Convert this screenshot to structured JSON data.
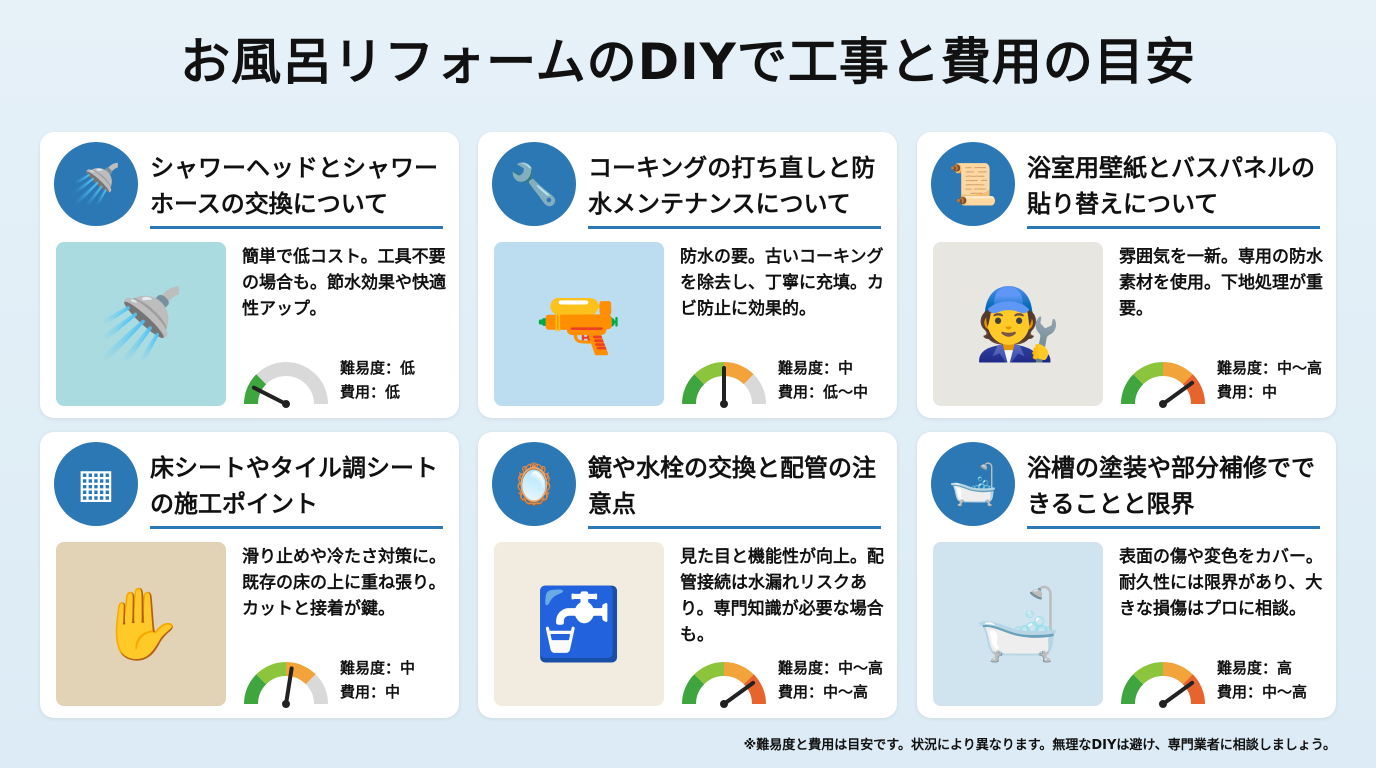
{
  "title": "お風呂リフォームのDIYで工事と費用の目安",
  "colors": {
    "accent": "#2b78b5",
    "gauge": [
      "#3fa63f",
      "#8cc43c",
      "#f2a33a",
      "#e8642e"
    ],
    "gauge_empty": "#d9d9d9"
  },
  "cards": [
    {
      "title": "シャワーヘッドとシャワーホースの交換について",
      "icon": "shower-head-icon",
      "desc": "簡単で低コスト。工具不要の場合も。節水効果や快適性アップ。",
      "difficulty": "難易度：低",
      "cost": "費用：低",
      "gauge_level": 0.15,
      "gauge_segments_filled": 1,
      "image_bg": "#a9dbe0",
      "image_emoji": "🚿"
    },
    {
      "title": "コーキングの打ち直しと防水メンテナンスについて",
      "icon": "caulking-gun-icon",
      "desc": "防水の要。古いコーキングを除去し、丁寧に充填。カビ防止に効果的。",
      "difficulty": "難易度：中",
      "cost": "費用：低～中",
      "gauge_level": 0.5,
      "gauge_segments_filled": 3,
      "image_bg": "#bcdcef",
      "image_emoji": "🔫"
    },
    {
      "title": "浴室用壁紙とバスパネルの貼り替えについて",
      "icon": "wallpaper-roll-icon",
      "desc": "雰囲気を一新。専用の防水素材を使用。下地処理が重要。",
      "difficulty": "難易度：中～高",
      "cost": "費用：中",
      "gauge_level": 0.8,
      "gauge_segments_filled": 4,
      "image_bg": "#e8e6e0",
      "image_emoji": "🧑‍🔧"
    },
    {
      "title": "床シートやタイル調シートの施工ポイント",
      "icon": "floor-tile-trowel-icon",
      "desc": "滑り止めや冷たさ対策に。既存の床の上に重ね張り。カットと接着が鍵。",
      "difficulty": "難易度：中",
      "cost": "費用：中",
      "gauge_level": 0.55,
      "gauge_segments_filled": 3,
      "image_bg": "#e2d2b6",
      "image_emoji": "✋"
    },
    {
      "title": "鏡や水栓の交換と配管の注意点",
      "icon": "mirror-and-tools-icon",
      "desc": "見た目と機能性が向上。配管接続は水漏れリスクあり。専門知識が必要な場合も。",
      "difficulty": "難易度：中～高",
      "cost": "費用：中～高",
      "gauge_level": 0.8,
      "gauge_segments_filled": 4,
      "image_bg": "#f1ebe0",
      "image_emoji": "🚰"
    },
    {
      "title": "浴槽の塗装や部分補修でできることと限界",
      "icon": "bathtub-brush-icon",
      "desc": "表面の傷や変色をカバー。耐久性には限界があり、大きな損傷はプロに相談。",
      "difficulty": "難易度：高",
      "cost": "費用：中～高",
      "gauge_level": 0.8,
      "gauge_segments_filled": 4,
      "image_bg": "#cfe4ee",
      "image_emoji": "🛁"
    }
  ],
  "footer": "※難易度と費用は目安です。状況により異なります。無理なDIYは避け、専門業者に相談しましょう。"
}
